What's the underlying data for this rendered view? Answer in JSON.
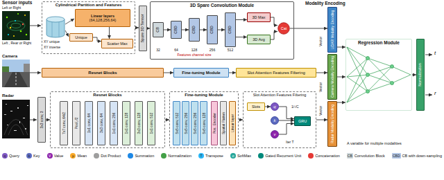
{
  "diagram": {
    "nodes": [
      {
        "text": [
          "Cylindrical Partition and Features"
        ]
      },
      {
        "text": [
          "Linear layers",
          "(64,128,256,64)"
        ],
        "in": 0
      },
      {
        "text": [
          "Unique"
        ],
        "in": 0
      },
      {
        "text": [
          "Scatter Max"
        ],
        "in": 0
      },
      {
        "text": [
          "Spare 3D Tensor"
        ]
      },
      {
        "text": [
          "3D Spare Convolution Module"
        ]
      },
      {
        "text": [
          "CB"
        ],
        "in": 5
      },
      {
        "text": [
          "CBD"
        ],
        "in": 5
      },
      {
        "text": [
          "CBD"
        ],
        "in": 5
      },
      {
        "text": [
          "CBD"
        ],
        "in": 5
      },
      {
        "text": [
          "CBD"
        ],
        "in": 5
      },
      {
        "text": [
          "3D Max"
        ],
        "in": 5
      },
      {
        "text": [
          "3D Avg"
        ],
        "in": 5
      },
      {
        "text": [
          "Cat"
        ],
        "in": 5
      },
      {
        "text": [
          "LiDAR Modality Encoding"
        ]
      },
      {
        "text": [
          "Camera Modality Encoding"
        ]
      },
      {
        "text": [
          "Radar Modality Encoding"
        ]
      },
      {
        "text": [
          "Regression Module"
        ]
      },
      {
        "text": [
          "Normalization"
        ]
      },
      {
        "text": [
          "Resnet Blocks"
        ]
      },
      {
        "text": [
          "Fine-tuning Module"
        ]
      },
      {
        "text": [
          "Slot Attention Features Filtering"
        ]
      },
      {
        "text": [
          "3x3 conv, 3"
        ]
      },
      {
        "text": [
          "Resnet Blocks"
        ]
      },
      {
        "text": [
          "7x7 conv, 64/2"
        ],
        "in": 23
      },
      {
        "text": [
          "Pool, /2"
        ],
        "in": 23
      },
      {
        "text": [
          "1x1 conv, 64"
        ],
        "in": 23
      },
      {
        "text": [
          "3x3 conv, 64"
        ],
        "in": 23
      },
      {
        "text": [
          "1x1 conv, 256"
        ],
        "in": 23
      },
      {
        "text": [
          "1x1 conv, 128"
        ],
        "in": 23
      },
      {
        "text": [
          "3x3 conv, 128"
        ],
        "in": 23
      },
      {
        "text": [
          "1x1 conv, 512"
        ],
        "in": 23
      },
      {
        "text": [
          "Fine-tuning Module"
        ]
      },
      {
        "text": [
          "5x5 conv, 512"
        ],
        "in": 32
      },
      {
        "text": [
          "5x5 conv, 256"
        ],
        "in": 32
      },
      {
        "text": [
          "5x5 conv, 256"
        ],
        "in": 32
      },
      {
        "text": [
          "5x5 conv, 128"
        ],
        "in": 32
      },
      {
        "text": [
          "Pos. Encoder"
        ],
        "in": 32
      },
      {
        "text": [
          "Spatial Flatten"
        ],
        "in": 32
      },
      {
        "text": [
          "Linear layer"
        ],
        "in": 32
      },
      {
        "text": [
          "Slot Attention Features Filtering"
        ]
      },
      {
        "text": [
          "Slots"
        ],
        "in": 40
      },
      {
        "text": [
          "q"
        ],
        "in": 40
      },
      {
        "text": [
          "k"
        ],
        "in": 40
      },
      {
        "text": [
          "v"
        ],
        "in": 40
      },
      {
        "text": [
          "GRU"
        ],
        "in": 40
      }
    ],
    "edges": [
      {
        "from": 0,
        "to": 4,
        "arrow": "to"
      },
      {
        "from": 4,
        "to": 5,
        "arrow": "to"
      },
      {
        "from": 1,
        "to": 3,
        "arrow": "to"
      },
      {
        "from": 2,
        "to": 3,
        "arrow": "to"
      },
      {
        "from": 6,
        "to": 7,
        "arrow": "to"
      },
      {
        "from": 7,
        "to": 8,
        "arrow": "to"
      },
      {
        "from": 8,
        "to": 9,
        "arrow": "to"
      },
      {
        "from": 9,
        "to": 10,
        "arrow": "to"
      },
      {
        "from": 10,
        "to": 11,
        "arrow": "to"
      },
      {
        "from": 10,
        "to": 12,
        "arrow": "to"
      },
      {
        "from": 11,
        "to": 13,
        "arrow": "to"
      },
      {
        "from": 12,
        "to": 13,
        "arrow": "to"
      },
      {
        "from": 13,
        "to": 14,
        "arrow": "to"
      },
      {
        "from": 19,
        "to": 20,
        "arrow": "to"
      },
      {
        "from": 20,
        "to": 21,
        "arrow": "to"
      },
      {
        "from": 21,
        "to": 15,
        "arrow": "to"
      },
      {
        "from": 22,
        "to": 23,
        "arrow": "to"
      },
      {
        "from": 23,
        "to": 32,
        "arrow": "to"
      },
      {
        "from": 32,
        "to": 40,
        "arrow": "to"
      },
      {
        "from": 40,
        "to": 16,
        "arrow": "to"
      },
      {
        "from": 41,
        "to": 42,
        "arrow": "to"
      },
      {
        "from": 42,
        "to": 45,
        "arrow": "to"
      },
      {
        "from": 43,
        "to": 45,
        "arrow": "to"
      },
      {
        "from": 44,
        "to": 45,
        "arrow": "to"
      },
      {
        "from": 14,
        "to": 17,
        "arrow": "to"
      },
      {
        "from": 15,
        "to": 17,
        "arrow": "to"
      },
      {
        "from": 16,
        "to": 17,
        "arrow": "to"
      },
      {
        "from": 17,
        "to": 18,
        "arrow": "to"
      }
    ],
    "labels": [
      "Sensor inputs",
      "Left or Right",
      "Left , Rear or Right",
      "Camera",
      "Radar",
      "XY unique",
      "XY inverse",
      "32",
      "64",
      "128",
      "256",
      "512",
      "Features channel size",
      "Modality Encoding",
      "Vector",
      "Vector",
      "Vector",
      "t",
      "r",
      "A variable for multiple modalities",
      "1/√C",
      "Iter T",
      "q",
      "k",
      "V",
      "μ",
      "T",
      "σ",
      "CB",
      "CBD"
    ],
    "legend": [
      {
        "text": "Query",
        "color": "#7e57c2"
      },
      {
        "text": "Key",
        "color": "#5c6bc0"
      },
      {
        "text": "Value",
        "color": "#8e24aa"
      },
      {
        "text": "Mean",
        "color": "#f9a825"
      },
      {
        "text": "Dot Product",
        "color": "#9e9e9e"
      },
      {
        "text": "Summation",
        "color": "#1e88e5"
      },
      {
        "text": "Normalization",
        "color": "#43a047"
      },
      {
        "text": "Transpose",
        "color": "#29b6f6"
      },
      {
        "text": "SoftMax",
        "color": "#26a69a"
      },
      {
        "text": "Gated Recurrent Unit",
        "color": "#00897b"
      },
      {
        "text": "Concatenation",
        "color": "#e53935"
      },
      {
        "text": "Convolution Block",
        "color": "#cfd8dc"
      },
      {
        "text": "CB with down-sampling",
        "color": "#b3c7e6"
      }
    ]
  }
}
